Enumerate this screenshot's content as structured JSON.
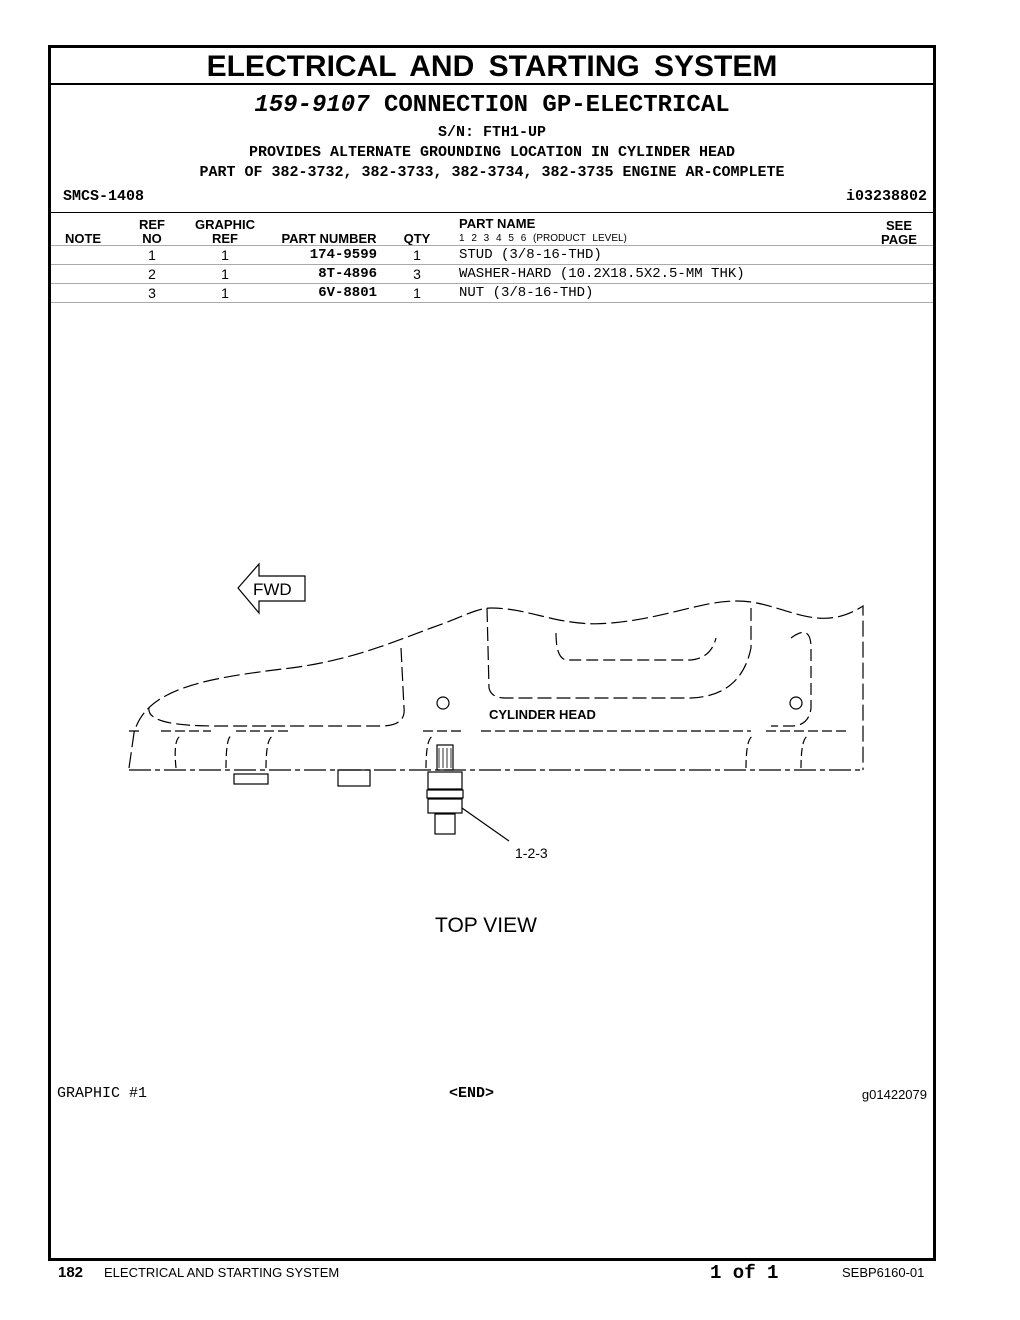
{
  "header": {
    "system_title": "ELECTRICAL AND STARTING SYSTEM",
    "group_number": "159-9107",
    "group_name": "CONNECTION GP-ELECTRICAL",
    "serial": "S/N: FTH1-UP",
    "description": "PROVIDES ALTERNATE GROUNDING LOCATION IN CYLINDER HEAD",
    "part_of": "PART OF 382-3732, 382-3733, 382-3734, 382-3735 ENGINE AR-COMPLETE",
    "smcs": "SMCS-1408",
    "ident": "i03238802"
  },
  "table": {
    "col_note": "NOTE",
    "col_ref_1": "REF",
    "col_ref_2": "NO",
    "col_graphic_1": "GRAPHIC",
    "col_graphic_2": "REF",
    "col_part_number": "PART NUMBER",
    "col_qty": "QTY",
    "col_part_name": "PART NAME",
    "levels": "1 2 3 4 5 6",
    "product_level": "(PRODUCT LEVEL)",
    "col_see_1": "SEE",
    "col_see_2": "PAGE",
    "rows": [
      {
        "ref": "1",
        "graphic": "1",
        "part_number": "174-9599",
        "qty": "1",
        "name": "STUD (3/8-16-THD)"
      },
      {
        "ref": "2",
        "graphic": "1",
        "part_number": "8T-4896",
        "qty": "3",
        "name": "WASHER-HARD (10.2X18.5X2.5-MM THK)"
      },
      {
        "ref": "3",
        "graphic": "1",
        "part_number": "6V-8801",
        "qty": "1",
        "name": "NUT (3/8-16-THD)"
      }
    ]
  },
  "figure": {
    "fwd": "FWD",
    "cylinder_head": "CYLINDER HEAD",
    "callout": "1-2-3",
    "view": "TOP VIEW"
  },
  "graphic_label": "GRAPHIC #1",
  "end_marker": "<END>",
  "graphic_id": "g01422079",
  "footer": {
    "page_number": "182",
    "section": "ELECTRICAL AND STARTING SYSTEM",
    "page_of": "1 of 1",
    "publication": "SEBP6160-01"
  }
}
